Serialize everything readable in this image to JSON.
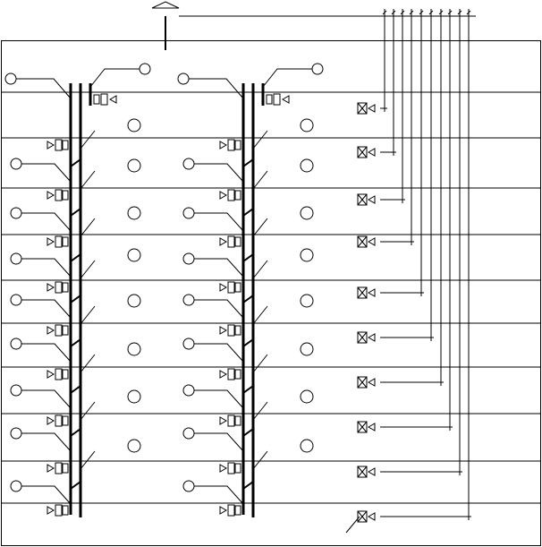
{
  "diagram": {
    "title": "",
    "floors": 10,
    "riser_groups": [
      {
        "name": "riser-group-left"
      },
      {
        "name": "riser-group-right"
      }
    ],
    "valve_drops": 10,
    "colors": {
      "line": "#000000",
      "background": "#ffffff"
    },
    "icons": [
      "roof-vent-icon",
      "valve-icon",
      "check-valve-icon",
      "fixture-circle-icon"
    ]
  }
}
